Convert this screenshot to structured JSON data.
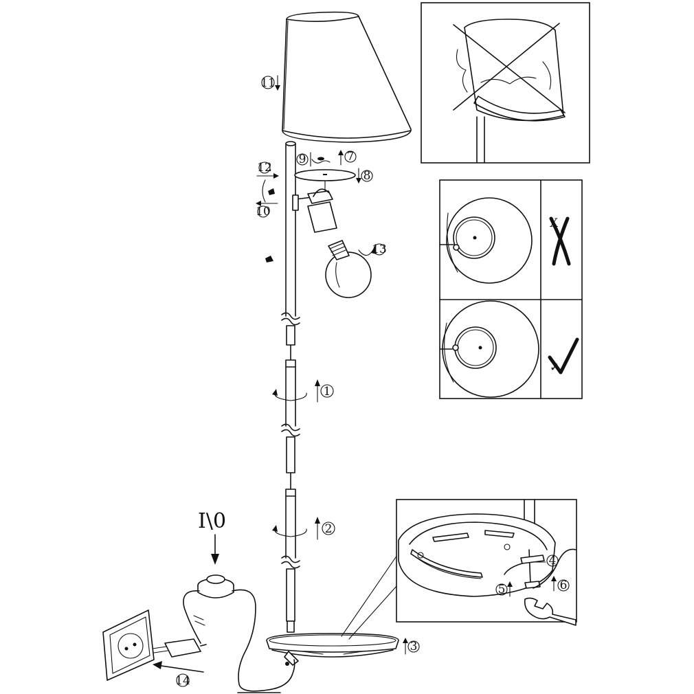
{
  "labels": {
    "step_1": "1",
    "step_2": "2",
    "step_3": "3",
    "step_4": "4",
    "step_5": "5",
    "step_6": "6",
    "step_7": "7",
    "step_8": "8",
    "step_9": "9",
    "step_10": "10",
    "step_11": "11",
    "step_12": "12",
    "step_13": "13",
    "step_14": "14"
  },
  "switch_symbol": "I\\0",
  "marks": {
    "wrong": "X",
    "right": "✓"
  },
  "icons": [
    "lamp-shade",
    "lamp-pole",
    "bulb",
    "lamp-holder",
    "base-plate",
    "foot-switch",
    "wall-socket",
    "plug",
    "spanner",
    "rotate-arrow",
    "arrow"
  ],
  "colors": {
    "line": "#111111",
    "background": "#ffffff"
  }
}
